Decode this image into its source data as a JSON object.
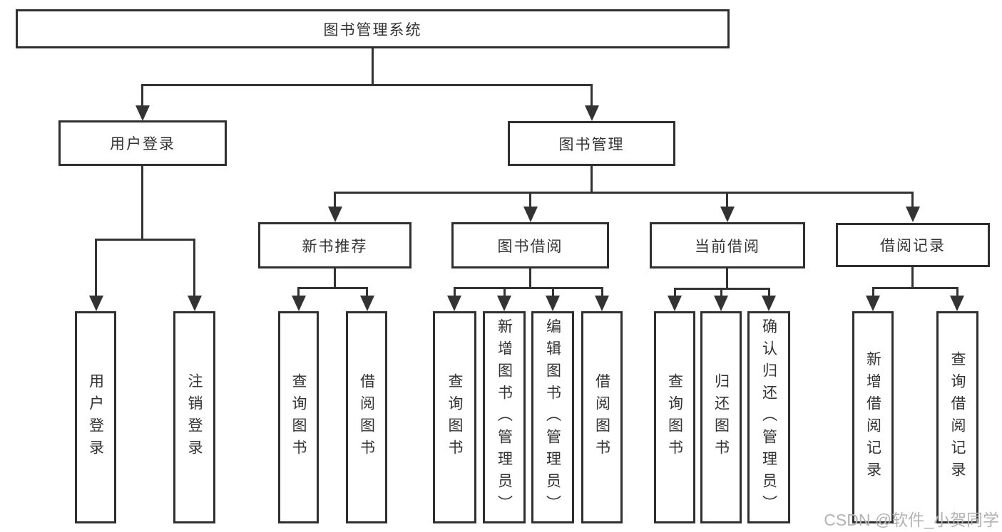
{
  "tree": {
    "label": "图书管理系统",
    "children": [
      {
        "label": "用户登录",
        "children": [
          {
            "label": "用户登录"
          },
          {
            "label": "注销登录"
          }
        ]
      },
      {
        "label": "图书管理",
        "children": [
          {
            "label": "新书推荐",
            "children": [
              {
                "label": "查询图书"
              },
              {
                "label": "借阅图书"
              }
            ]
          },
          {
            "label": "图书借阅",
            "children": [
              {
                "label": "查询图书"
              },
              {
                "label": "新增图书（管理员）"
              },
              {
                "label": "编辑图书（管理员）"
              },
              {
                "label": "借阅图书"
              }
            ]
          },
          {
            "label": "当前借阅",
            "children": [
              {
                "label": "查询图书"
              },
              {
                "label": "归还图书"
              },
              {
                "label": "确认归还（管理员）"
              }
            ]
          },
          {
            "label": "借阅记录",
            "children": [
              {
                "label": "新增借阅记录"
              },
              {
                "label": "查询借阅记录"
              }
            ]
          }
        ]
      }
    ]
  },
  "watermark": {
    "text": "CSDN @软件_小贺同学"
  },
  "colors": {
    "line": "#333333",
    "box_border": "#2f2f2f",
    "background": "#ffffff",
    "watermark": "#b3b3b3"
  }
}
